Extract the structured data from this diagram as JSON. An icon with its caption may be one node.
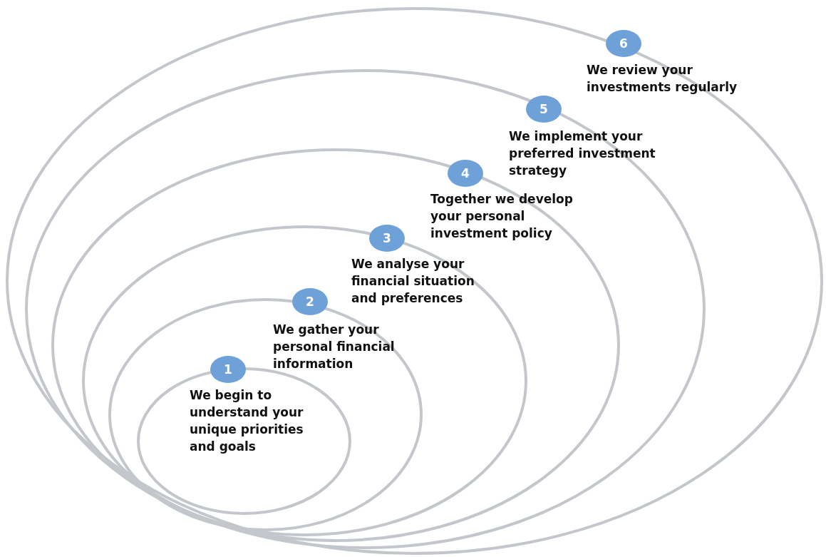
{
  "diagram": {
    "nodes": [
      {
        "text": [
          "6"
        ],
        "beside": [
          "We review your investments regularly"
        ]
      },
      {
        "text": [
          "5"
        ],
        "beside": [
          "We implement your preferred investment strategy"
        ]
      },
      {
        "text": [
          "4"
        ],
        "beside": [
          "Together we develop your personal investment policy"
        ]
      },
      {
        "text": [
          "3"
        ],
        "beside": [
          "We analyse your financial situation and preferences"
        ]
      },
      {
        "text": [
          "2"
        ],
        "beside": [
          "We gather your personal financial information"
        ]
      },
      {
        "text": [
          "1"
        ],
        "beside": [
          "We begin to understand your unique priorities and goals"
        ]
      }
    ]
  }
}
